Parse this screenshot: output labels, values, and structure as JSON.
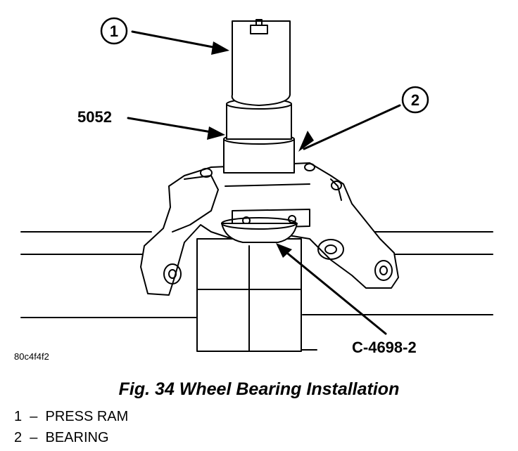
{
  "figure": {
    "caption": "Fig. 34 Wheel Bearing Installation",
    "image_id": "80c4f4f2",
    "callouts": [
      {
        "id": "1",
        "text": "1"
      },
      {
        "id": "2",
        "text": "2"
      }
    ],
    "tool_labels": [
      {
        "id": "5052",
        "text": "5052"
      },
      {
        "id": "c4698",
        "text": "C-4698-2"
      }
    ]
  },
  "legend": [
    {
      "number": "1",
      "label": "PRESS RAM"
    },
    {
      "number": "2",
      "label": "BEARING"
    }
  ]
}
